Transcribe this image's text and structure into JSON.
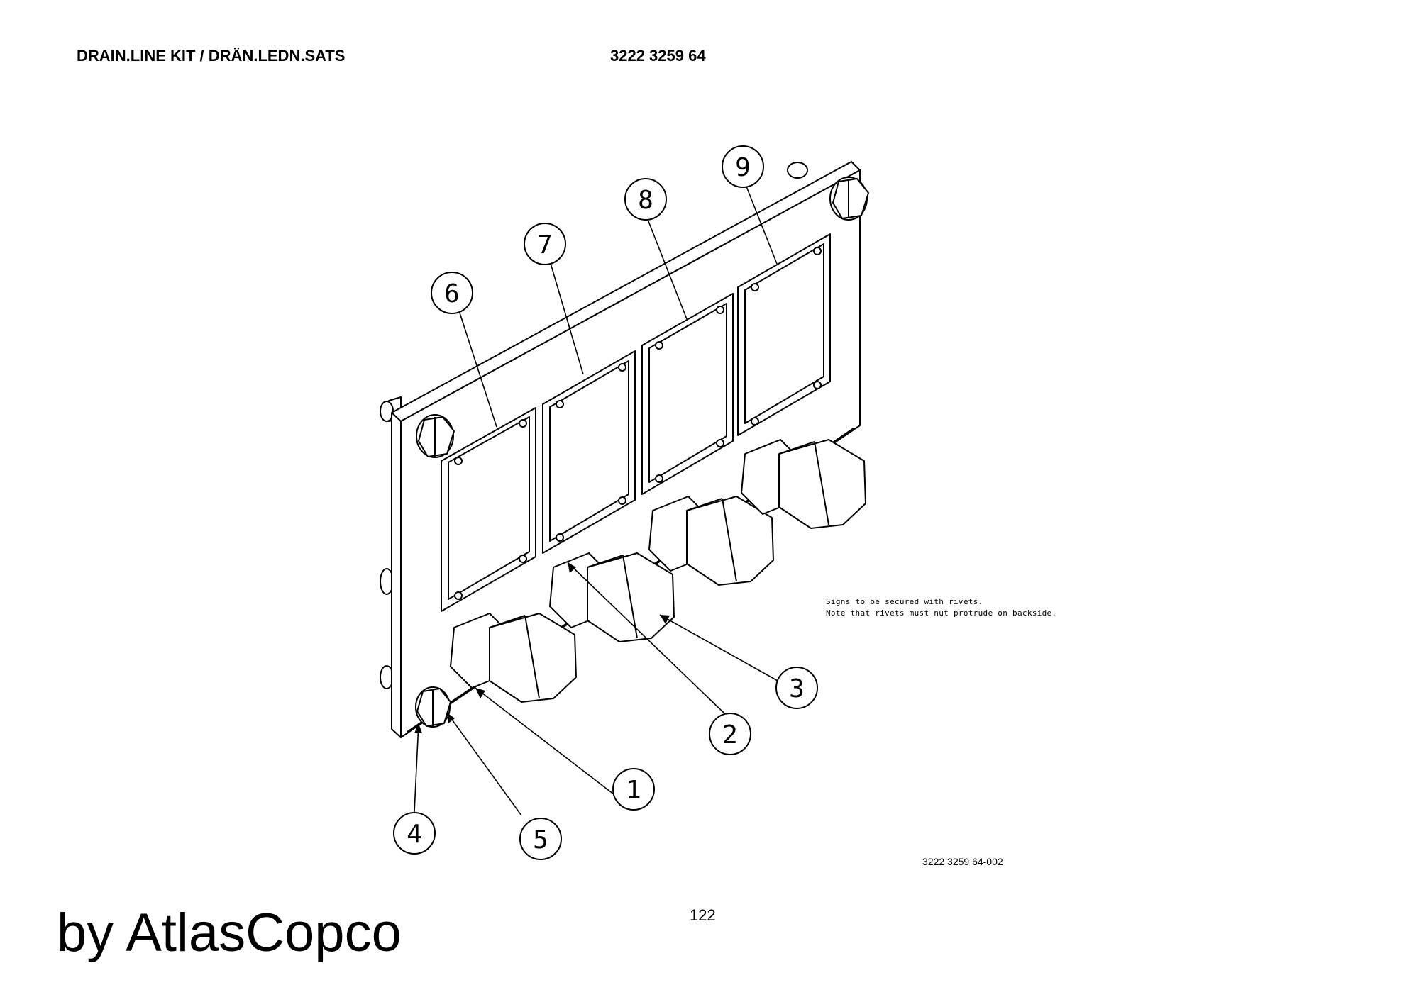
{
  "header": {
    "title": "DRAIN.LINE KIT / DRÄN.LEDN.SATS",
    "part_number": "3222 3259 64"
  },
  "callouts": [
    "1",
    "2",
    "3",
    "4",
    "5",
    "6",
    "7",
    "8",
    "9"
  ],
  "note": {
    "line1": "Signs to be secured with rivets.",
    "line2": "Note that rivets must nut protrude on backside."
  },
  "drawing_number": "3222 3259 64-002",
  "page_number": "122",
  "brand": "by AtlasCopco"
}
